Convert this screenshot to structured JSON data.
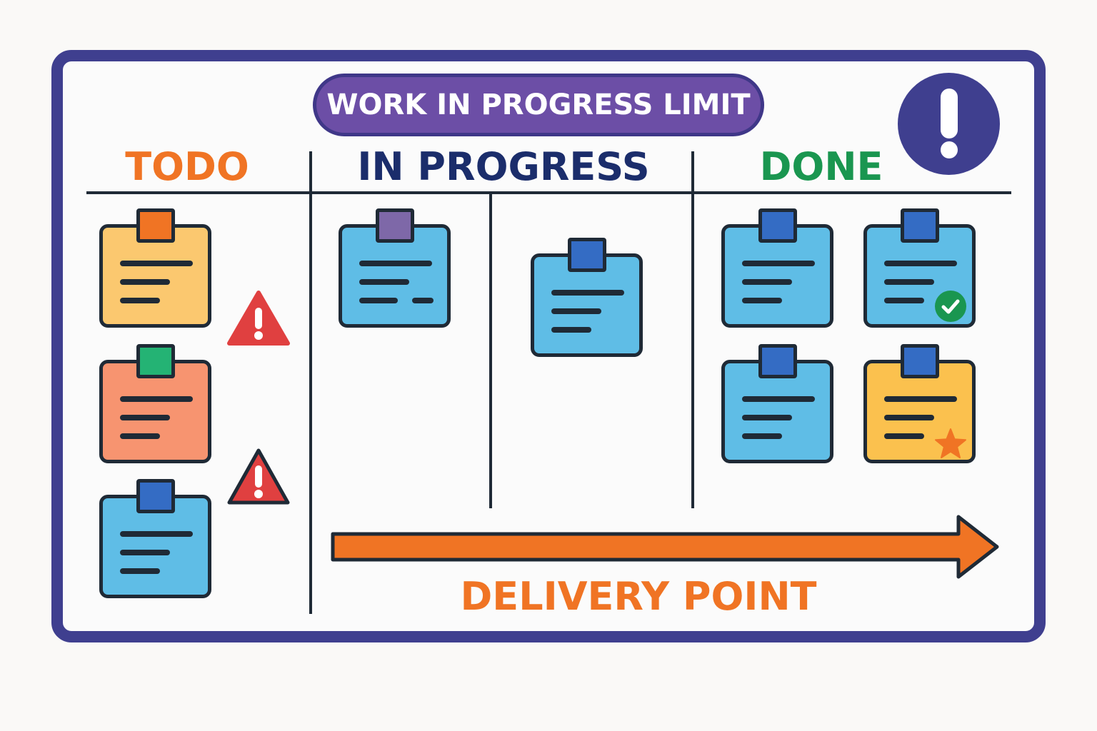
{
  "header": {
    "title": "WORK IN PROGRESS LIMIT"
  },
  "columns": [
    {
      "label": "TODO",
      "color": "#f07424"
    },
    {
      "label": "IN PROGRESS",
      "color": "#1b2d6b"
    },
    {
      "label": "DONE",
      "color": "#1a9650"
    }
  ],
  "footer": {
    "label": "DELIVERY POINT",
    "color": "#f07424"
  },
  "colors": {
    "frame": "#3f3f8f",
    "ink": "#1f2a36",
    "card_blue": "#5fbde6",
    "card_yellow": "#fbc86f",
    "card_salmon": "#f79470",
    "card_gold": "#fbc14e",
    "tab_orange": "#f07424",
    "tab_green": "#24b374",
    "tab_blue": "#346cc4",
    "tab_purple": "#7e68a8",
    "warning_red": "#e04040",
    "check_green": "#1a9650",
    "star_orange": "#f07424"
  },
  "icons": {
    "top_right": "exclamation-circle-icon",
    "todo_warnings": [
      "warning-triangle-icon",
      "warning-triangle-icon"
    ],
    "done_badges": [
      "check-circle-icon",
      "star-icon"
    ],
    "flow": "right-arrow-icon"
  }
}
